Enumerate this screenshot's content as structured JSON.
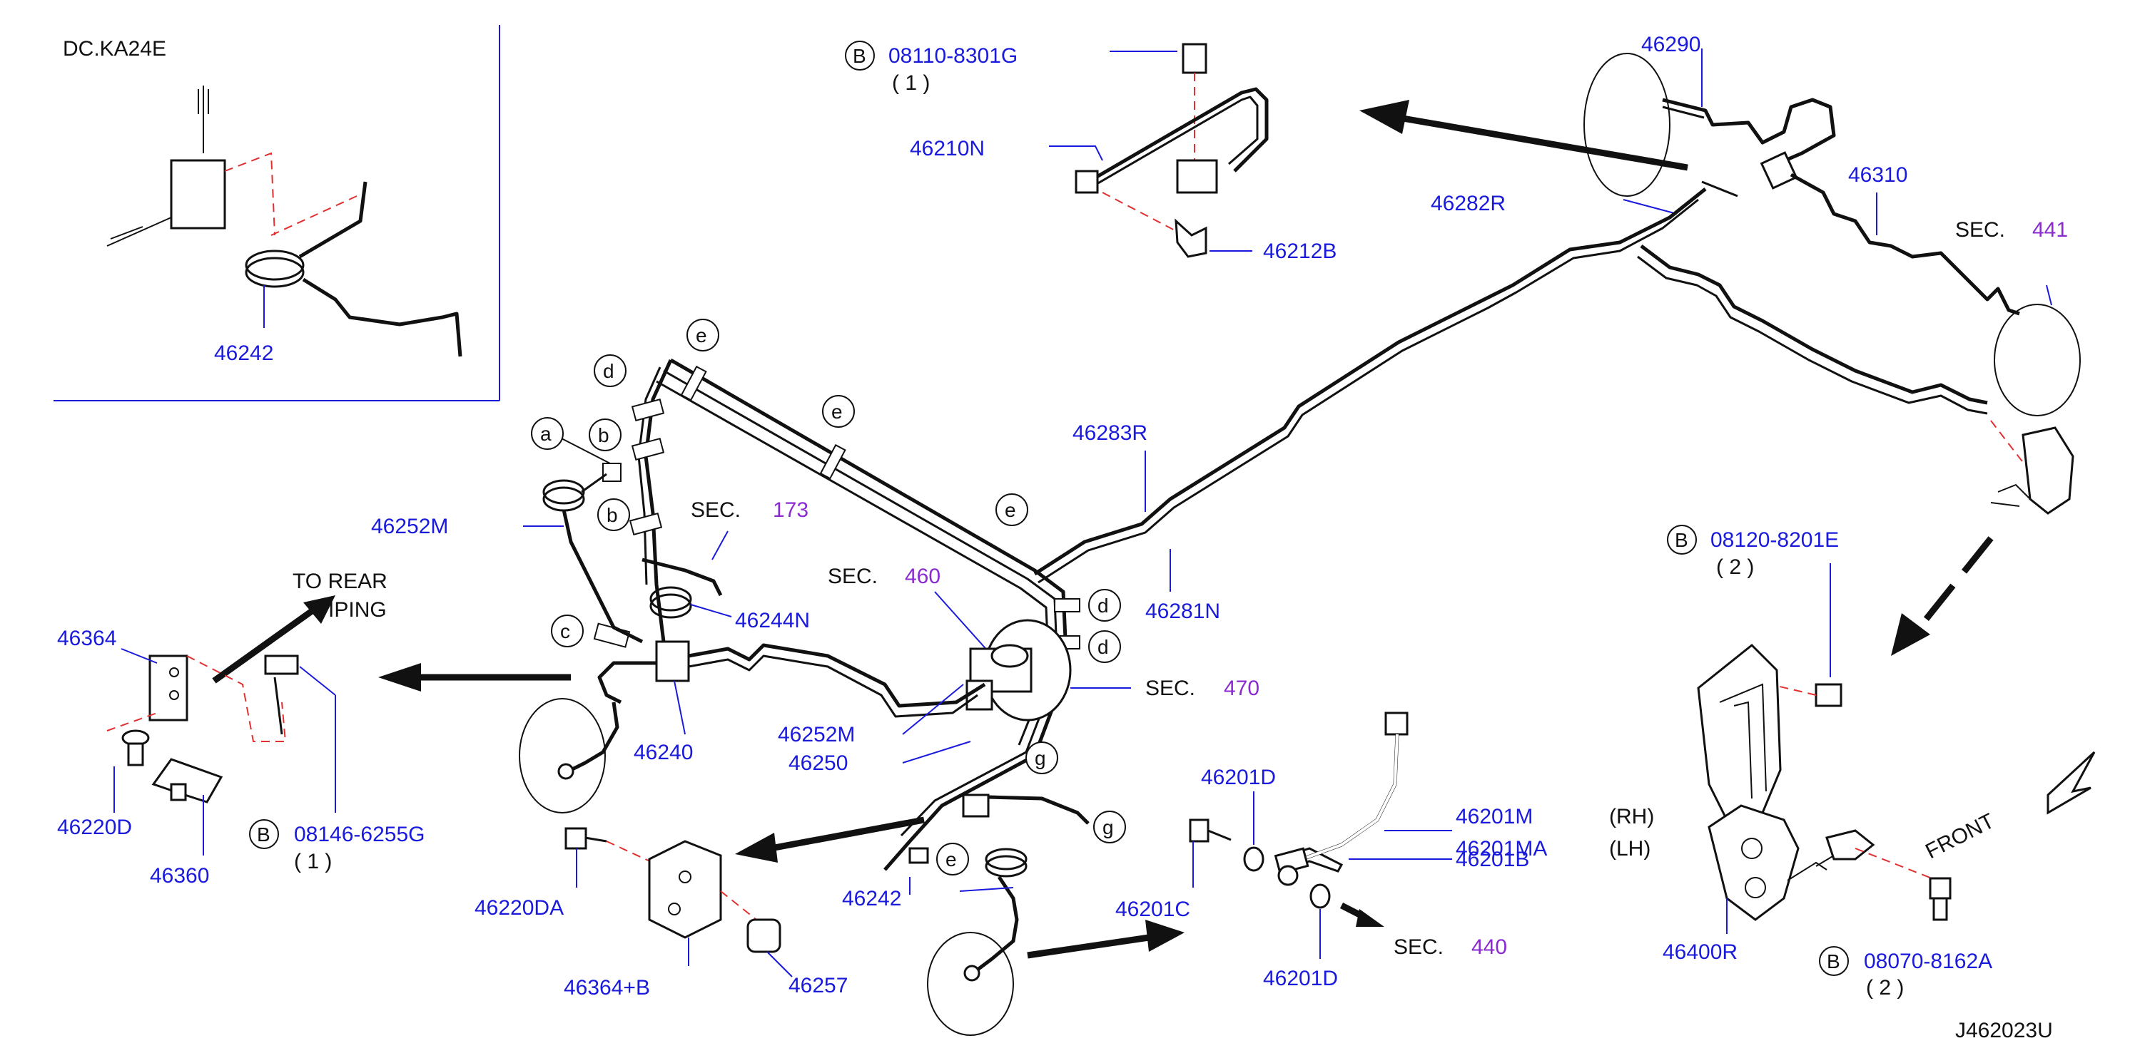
{
  "inset": {
    "title": "DC.KA24E",
    "part": "46242"
  },
  "labels": {
    "p46290": "46290",
    "p46310": "46310",
    "p46282R": "46282R",
    "p46210N": "46210N",
    "p46212B": "46212B",
    "p46283R": "46283R",
    "p46281N": "46281N",
    "p46244N": "46244N",
    "p46252M_a": "46252M",
    "p46252M_b": "46252M",
    "p46250": "46250",
    "p46240": "46240",
    "p46242_main": "46242",
    "p46364": "46364",
    "p46220D": "46220D",
    "p46360": "46360",
    "p46220DA": "46220DA",
    "p46364B": "46364+B",
    "p46257": "46257",
    "p46201D_a": "46201D",
    "p46201D_b": "46201D",
    "p46201C": "46201C",
    "p46201B": "46201B",
    "p46201M": "46201M",
    "p46201MA": "46201MA",
    "p46400R": "46400R"
  },
  "bolts": {
    "b1_code": "08110-8301G",
    "b1_qty": "( 1 )",
    "b2_code": "08146-6255G",
    "b2_qty": "( 1 )",
    "b3_code": "08120-8201E",
    "b3_qty": "( 2 )",
    "b4_code": "08070-8162A",
    "b4_qty": "( 2 )",
    "marker": "B"
  },
  "sections": {
    "s441_label": "SEC.",
    "s441_num": "441",
    "s173_label": "SEC.",
    "s173_num": "173",
    "s460_label": "SEC.",
    "s460_num": "460",
    "s470_label": "SEC.",
    "s470_num": "470",
    "s440_label": "SEC.",
    "s440_num": "440"
  },
  "notes": {
    "to_rear_1": "TO  REAR",
    "to_rear_2": "PIPING",
    "rh": "(RH)",
    "lh": "(LH)",
    "front": "FRONT",
    "diagram_id": "J462023U"
  },
  "callouts": {
    "a": "a",
    "b1": "b",
    "b2": "b",
    "c": "c",
    "d1": "d",
    "d2": "d",
    "d3": "d",
    "e1": "e",
    "e2": "e",
    "e3": "e",
    "e4": "e",
    "g1": "g",
    "g2": "g"
  },
  "colors": {
    "part_number": "#1a1adc",
    "section_number": "#8a2ad0",
    "guide_line": "#e23030"
  }
}
